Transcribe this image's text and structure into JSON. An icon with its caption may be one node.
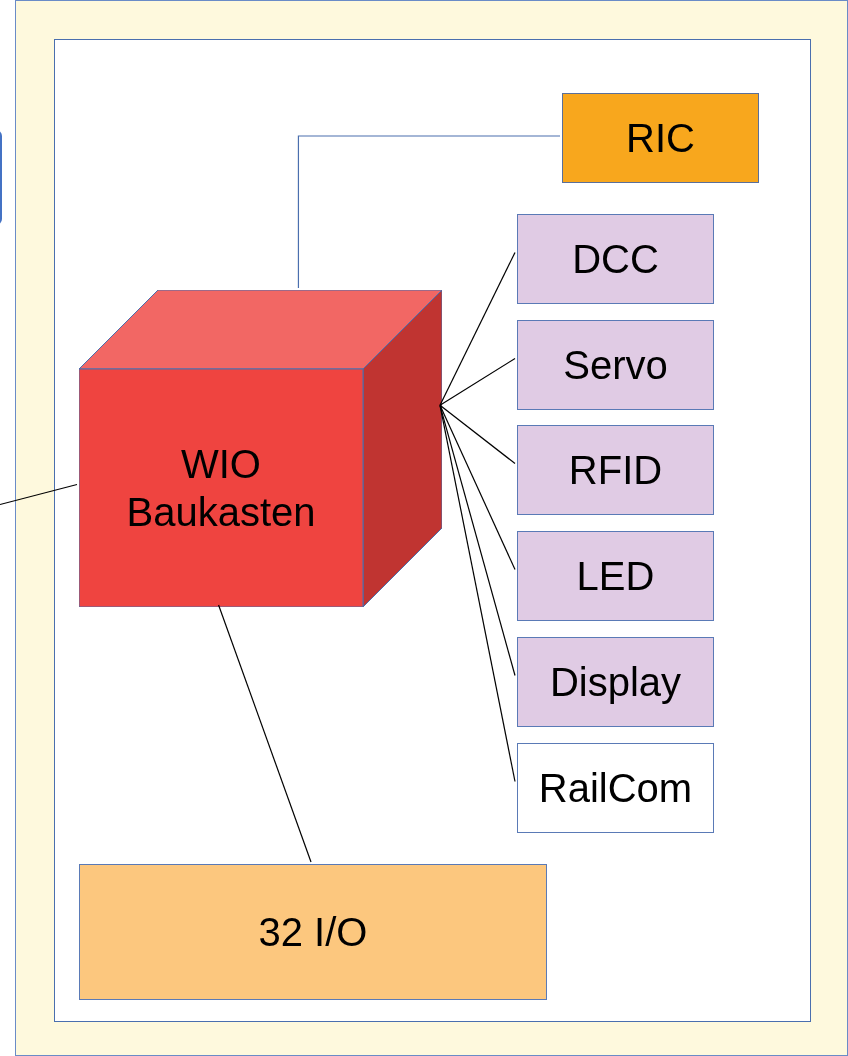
{
  "diagram": {
    "nodes": [
      {
        "text": [],
        "shape": "box"
      },
      {
        "text": [],
        "shape": "box"
      },
      {
        "text": [],
        "shape": "box",
        "in": 1
      },
      {
        "text": [
          "WIO Baukasten"
        ],
        "in": 2
      },
      {
        "text": [
          "RIC"
        ],
        "in": 2
      },
      {
        "text": [
          "DCC"
        ],
        "in": 2
      },
      {
        "text": [
          "Servo"
        ],
        "in": 2
      },
      {
        "text": [
          "RFID"
        ],
        "in": 2
      },
      {
        "text": [
          "LED"
        ],
        "in": 2
      },
      {
        "text": [
          "Display"
        ],
        "in": 2
      },
      {
        "text": [
          "RailCom"
        ],
        "in": 2
      },
      {
        "text": [
          "32 I/O"
        ],
        "in": 2
      }
    ],
    "edges": [
      {
        "from": 3,
        "to": 4,
        "arrow": "none",
        "color": "#4a6fae"
      },
      {
        "from": 3,
        "to": 5,
        "arrow": "none"
      },
      {
        "from": 3,
        "to": 6,
        "arrow": "none"
      },
      {
        "from": 3,
        "to": 7,
        "arrow": "none"
      },
      {
        "from": 3,
        "to": 8,
        "arrow": "none"
      },
      {
        "from": 3,
        "to": 9,
        "arrow": "none"
      },
      {
        "from": 3,
        "to": 10,
        "arrow": "none"
      },
      {
        "from": 3,
        "to": 11,
        "arrow": "none"
      },
      {
        "from": 3,
        "to": null,
        "arrow": "none"
      }
    ]
  }
}
